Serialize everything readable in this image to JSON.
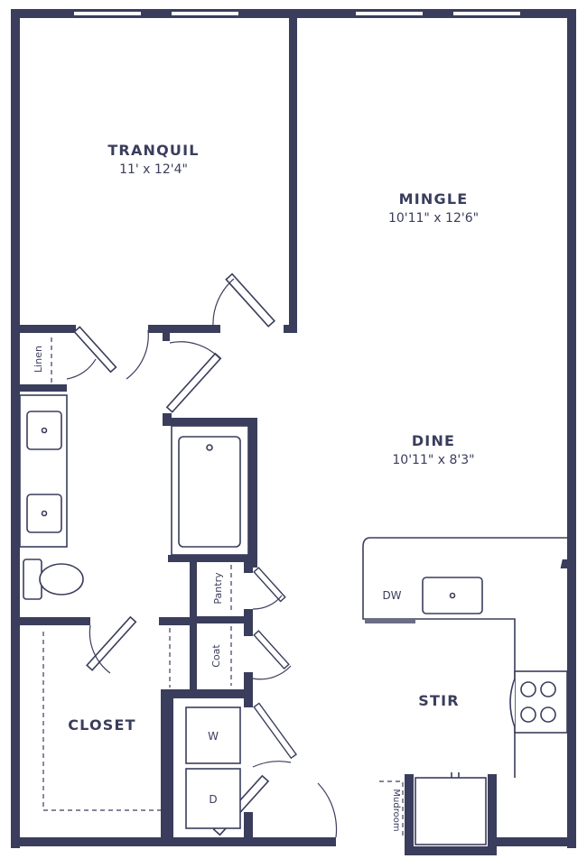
{
  "rooms": {
    "tranquil": {
      "name": "TRANQUIL",
      "dims": "11' x 12'4\""
    },
    "mingle": {
      "name": "MINGLE",
      "dims": "10'11\" x 12'6\""
    },
    "dine": {
      "name": "DINE",
      "dims": "10'11\" x 8'3\""
    },
    "stir": {
      "name": "STIR"
    },
    "closet": {
      "name": "CLOSET"
    }
  },
  "labels": {
    "linen": "Linen",
    "pantry": "Pantry",
    "coat": "Coat",
    "mudroom": "Mudroom",
    "dw": "DW",
    "washer": "W",
    "dryer": "D"
  },
  "colors": {
    "wall": "#3a3d5c",
    "text": "#3a3d5c",
    "background": "#ffffff"
  }
}
